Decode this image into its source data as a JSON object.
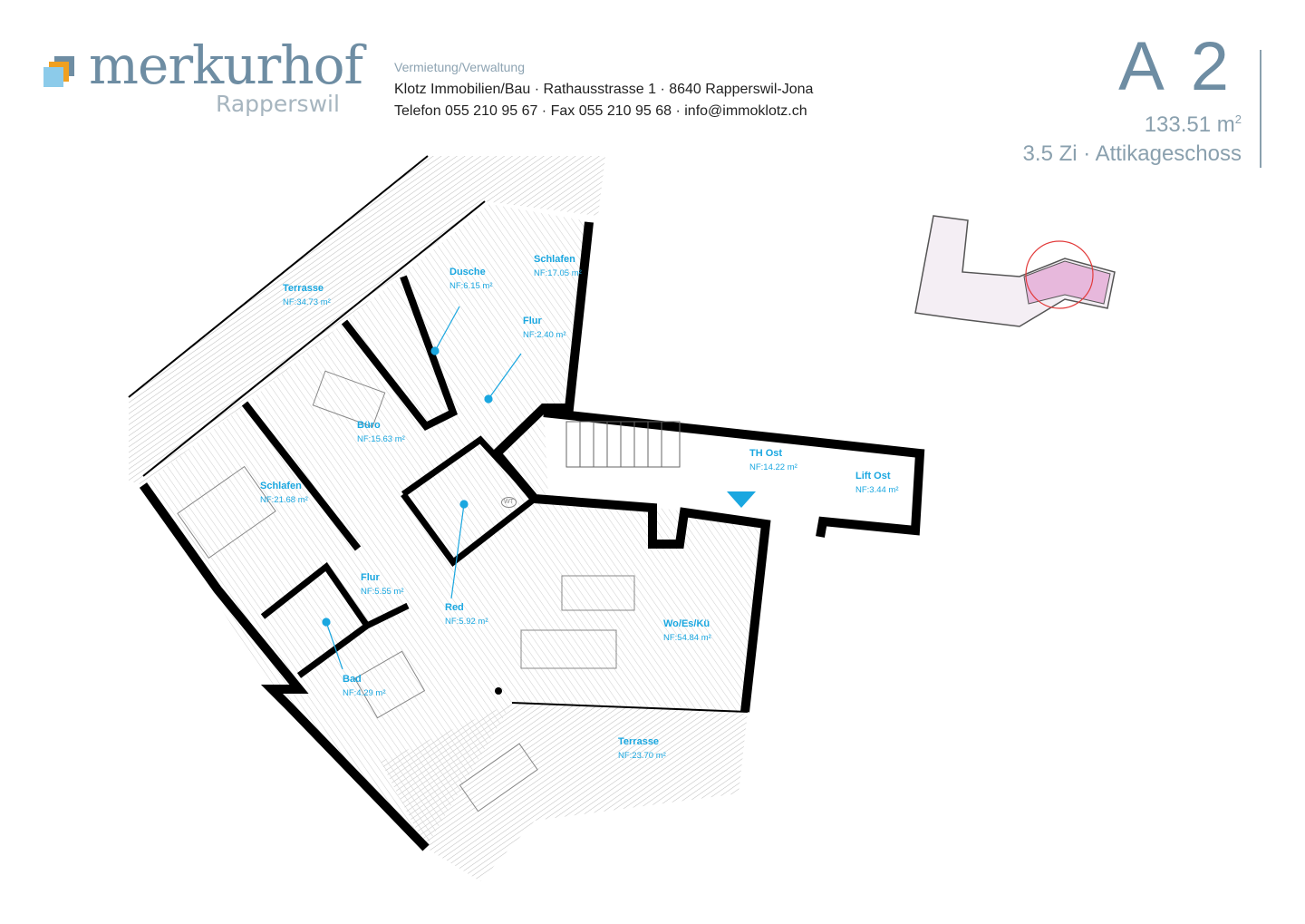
{
  "header": {
    "brand": "merkurhof",
    "brand_sub": "Rapperswil",
    "contact_label": "Vermietung/Verwaltung",
    "contact_line1": "Klotz Immobilien/Bau  · Rathausstrasse 1  · 8640 Rapperswil-Jona",
    "contact_line2": "Telefon 055 210 95 67  · Fax 055 210 95 68  · info@immoklotz.ch"
  },
  "unit": {
    "name": "A 2",
    "area": "133.51 m",
    "area_sup": "2",
    "rooms_floor": "3.5 Zi  · Attikageschoss"
  },
  "colors": {
    "brand": "#6e8da3",
    "label": "#1aa7e0",
    "wall": "#000000",
    "keyplan_highlight": "#e23b3b"
  },
  "rooms": [
    {
      "name": "Terrasse",
      "area": "NF:34.73 m²"
    },
    {
      "name": "Dusche",
      "area": "NF:6.15 m²"
    },
    {
      "name": "Schlafen",
      "area": "NF:17.05 m²"
    },
    {
      "name": "Flur",
      "area": "NF:2.40 m²"
    },
    {
      "name": "Büro",
      "area": "NF:15.63 m²"
    },
    {
      "name": "Schlafen",
      "area": "NF:21.68 m²"
    },
    {
      "name": "Flur",
      "area": "NF:5.55 m²"
    },
    {
      "name": "Red",
      "area": "NF:5.92 m²"
    },
    {
      "name": "Bad",
      "area": "NF:4.29 m²"
    },
    {
      "name": "Wo/Es/Kü",
      "area": "NF:54.84 m²"
    },
    {
      "name": "Terrasse",
      "area": "NF:23.70 m²"
    },
    {
      "name": "TH Ost",
      "area": "NF:14.22 m²"
    },
    {
      "name": "Lift Ost",
      "area": "NF:3.44 m²"
    }
  ],
  "fixtures": {
    "wm_label": "WT"
  }
}
